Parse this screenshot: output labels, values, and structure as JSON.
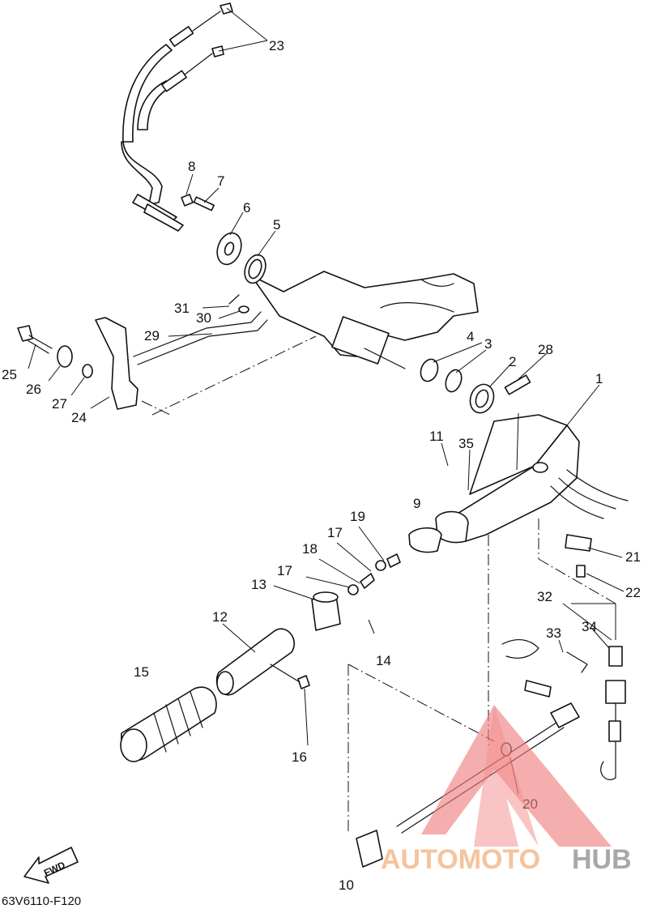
{
  "diagram": {
    "figure_code": "63V6110-F120",
    "fwd_label": "FWD",
    "labels": [
      "1",
      "2",
      "3",
      "4",
      "5",
      "6",
      "7",
      "8",
      "9",
      "10",
      "11",
      "12",
      "13",
      "14",
      "15",
      "16",
      "17",
      "17",
      "18",
      "19",
      "20",
      "21",
      "22",
      "23",
      "24",
      "25",
      "26",
      "27",
      "28",
      "29",
      "30",
      "31",
      "32",
      "33",
      "34",
      "35"
    ],
    "watermark": {
      "part1": "AUTOMOTO",
      "part2": "HUB",
      "color_main": "#f4b98c",
      "color_hub": "#9a9a9a",
      "triangle_color": "#f08080"
    },
    "line_color": "#111111"
  }
}
